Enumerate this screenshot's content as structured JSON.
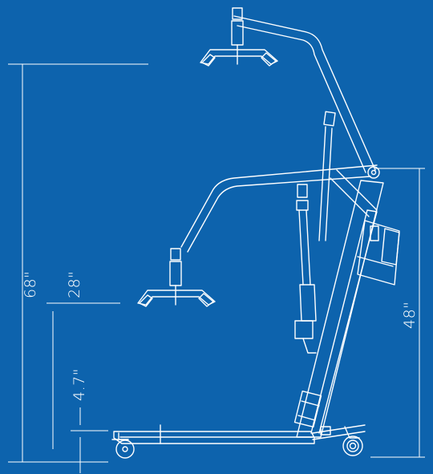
{
  "diagram": {
    "background_color": "#0d63ad",
    "line_color": "#ffffff",
    "dimensions": [
      {
        "id": "overall-height",
        "label": "68\""
      },
      {
        "id": "low-boom-height",
        "label": "28\""
      },
      {
        "id": "base-clearance",
        "label": "4.7\""
      },
      {
        "id": "mast-height",
        "label": "48\""
      }
    ]
  }
}
